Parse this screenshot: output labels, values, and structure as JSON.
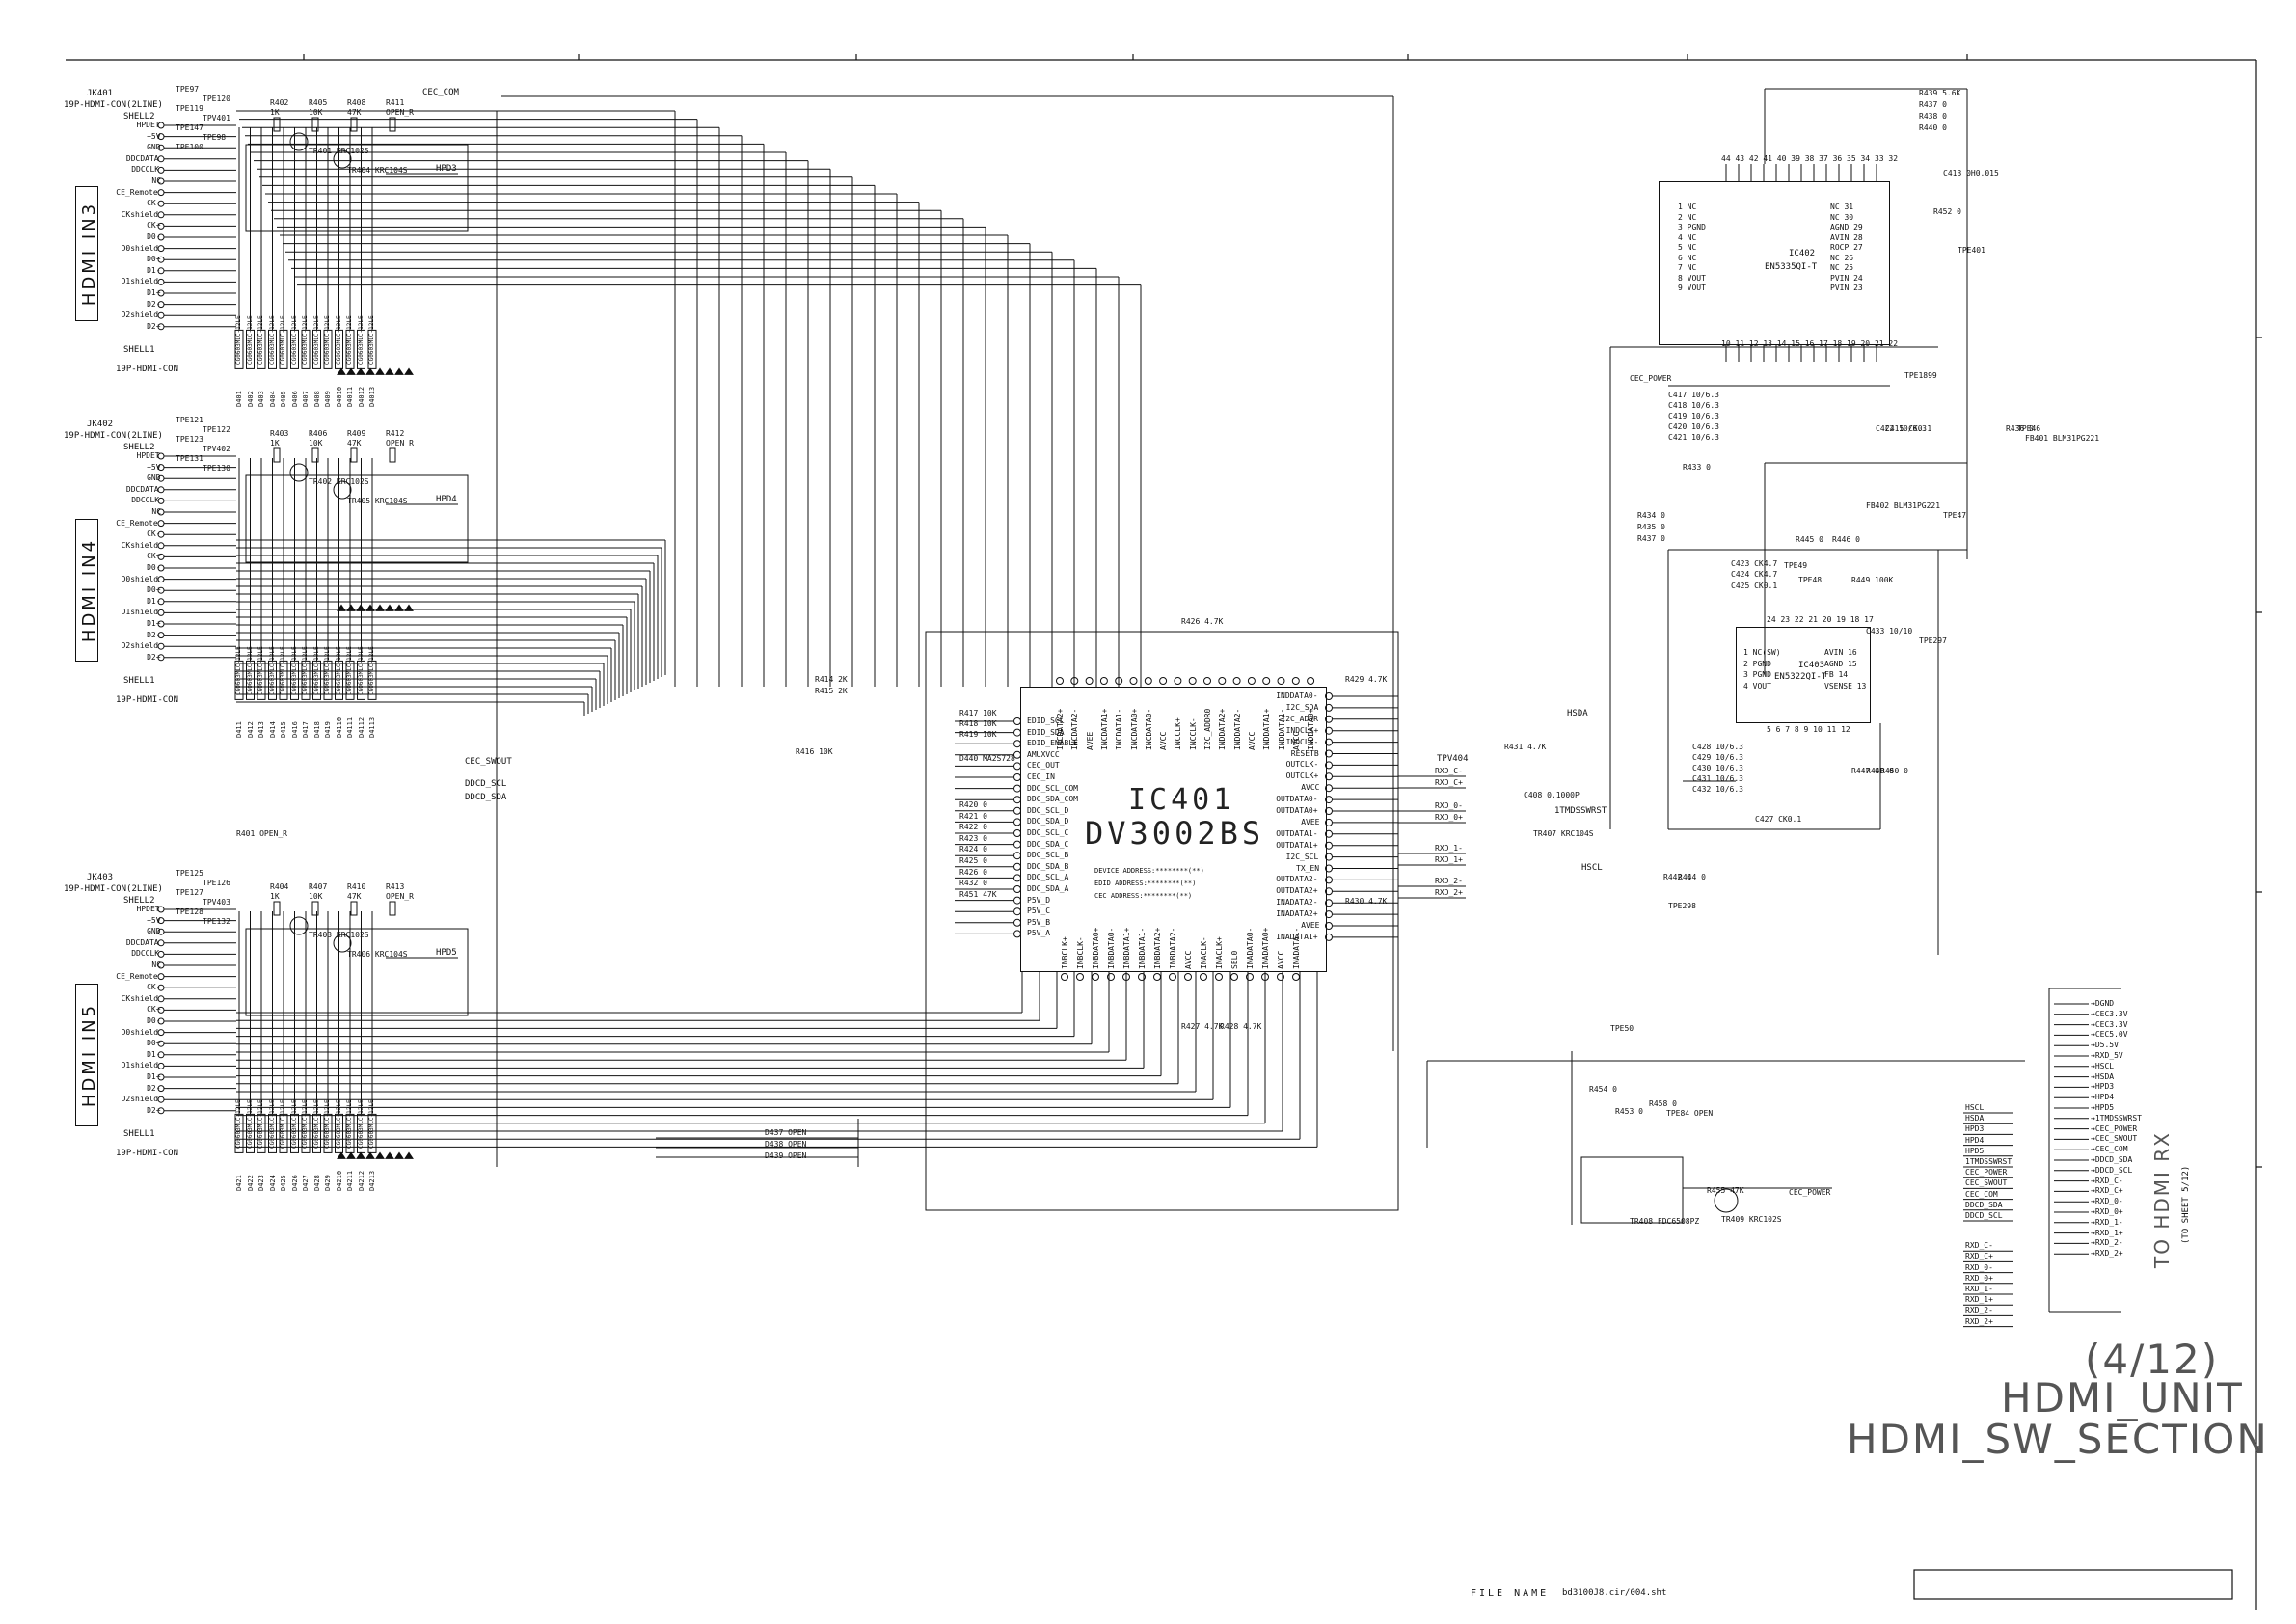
{
  "sheet": {
    "page_number": "(4/12)",
    "unit_name": "HDMI_UNIT",
    "section_name": "HDMI_SW_SECTION",
    "file_label": "FILE NAME",
    "file_name": "bd3100J8.cir/004.sht",
    "to_label": "TO HDMI RX",
    "to_sheet": "(TO SHEET 5/12)"
  },
  "inputs": [
    {
      "box_label": "HDMI IN3",
      "jack": "JK401",
      "jack_type": "19P-HDMI-CON(2LINE)",
      "shell_top": "SHELL2",
      "shell_bottom": "SHELL1",
      "footer": "19P-HDMI-CON",
      "pins": [
        "HPDET",
        "+5V",
        "GND",
        "DDCDATA",
        "DDCCLK",
        "NC",
        "CE_Remote",
        "CK-",
        "CKshield",
        "CK+",
        "D0-",
        "D0shield",
        "D0+",
        "D1-",
        "D1shield",
        "D1+",
        "D2-",
        "D2shield",
        "D2+"
      ],
      "tp": [
        "TPE97",
        "TPE120",
        "TPE119",
        "TPV401",
        "TPE147",
        "TPE98",
        "TPE100"
      ],
      "resistors": [
        "R402 1K",
        "R405 10K",
        "R408 47K",
        "R411 OPEN_R"
      ],
      "transistors": [
        "TR401 KRC102S",
        "TR404 KRC104S"
      ],
      "hpd_out": "HPD3",
      "diode_prefix": "D40"
    },
    {
      "box_label": "HDMI IN4",
      "jack": "JK402",
      "jack_type": "19P-HDMI-CON(2LINE)",
      "shell_top": "SHELL2",
      "shell_bottom": "SHELL1",
      "footer": "19P-HDMI-CON",
      "pins": [
        "HPDET",
        "+5V",
        "GND",
        "DDCDATA",
        "DDCCLK",
        "NC",
        "CE_Remote",
        "CK-",
        "CKshield",
        "CK+",
        "D0-",
        "D0shield",
        "D0+",
        "D1-",
        "D1shield",
        "D1+",
        "D2-",
        "D2shield",
        "D2+"
      ],
      "tp": [
        "TPE121",
        "TPE122",
        "TPE123",
        "TPV402",
        "TPE131",
        "TPE130"
      ],
      "resistors": [
        "R403 1K",
        "R406 10K",
        "R409 47K",
        "R412 OPEN_R"
      ],
      "transistors": [
        "TR402 KRC102S",
        "TR405 KRC104S"
      ],
      "hpd_out": "HPD4",
      "diode_prefix": "D41"
    },
    {
      "box_label": "HDMI IN5",
      "jack": "JK403",
      "jack_type": "19P-HDMI-CON(2LINE)",
      "shell_top": "SHELL2",
      "shell_bottom": "SHELL1",
      "footer": "19P-HDMI-CON",
      "pins": [
        "HPDET",
        "+5V",
        "GND",
        "DDCDATA",
        "DDCCLK",
        "NC",
        "CE_Remote",
        "CK-",
        "CKshield",
        "CK+",
        "D0-",
        "D0shield",
        "D0+",
        "D1-",
        "D1shield",
        "D1+",
        "D2-",
        "D2shield",
        "D2+"
      ],
      "tp": [
        "TPE125",
        "TPE126",
        "TPE127",
        "TPV403",
        "TPE128",
        "TPE132"
      ],
      "resistors": [
        "R404 1K",
        "R407 10K",
        "R410 47K",
        "R413 OPEN_R"
      ],
      "transistors": [
        "TR403 KRC102S",
        "TR406 KRC104S"
      ],
      "hpd_out": "HPD5",
      "diode_prefix": "D42"
    }
  ],
  "ic401": {
    "ref": "IC401",
    "part": "DV3002BS",
    "addr_device": "DEVICE ADDRESS:********(**)",
    "addr_edid": "EDID ADDRESS:********(**)",
    "addr_cec": "CEC ADDRESS:********(**)",
    "left_pins": [
      "EDID_SCL",
      "EDID_SDA",
      "EDID_ENABLE",
      "AMUXVCC",
      "CEC_OUT",
      "CEC_IN",
      "DDC_SCL_COM",
      "DDC_SDA_COM",
      "DDC_SCL_D",
      "DDC_SDA_D",
      "DDC_SCL_C",
      "DDC_SDA_C",
      "DDC_SCL_B",
      "DDC_SDA_B",
      "DDC_SCL_A",
      "DDC_SDA_A",
      "P5V_D",
      "P5V_C",
      "P5V_B",
      "P5V_A"
    ],
    "right_pins": [
      "INDDATA0-",
      "I2C_SDA",
      "I2C_ADDR",
      "INDCLK+",
      "INDCLK-",
      "RESETB",
      "OUTCLK-",
      "OUTCLK+",
      "AVCC",
      "OUTDATA0-",
      "OUTDATA0+",
      "AVEE",
      "OUTDATA1-",
      "OUTDATA1+",
      "I2C_SCL",
      "TX_EN",
      "OUTDATA2-",
      "OUTDATA2+",
      "INADATA2-",
      "INADATA2+",
      "AVEE",
      "INADATA1+"
    ],
    "top_pins": [
      "INCDATA2+",
      "INCDATA2-",
      "AVEE",
      "INCDATA1+",
      "INCDATA1-",
      "INCDATA0+",
      "INCDATA0-",
      "AVCC",
      "INCCLK+",
      "INCCLK-",
      "I2C_ADDR0",
      "INDDATA2+",
      "INDDATA2-",
      "AVCC",
      "INDDATA1+",
      "INDDATA1-",
      "AVCC",
      "INDDATA0+"
    ],
    "bottom_pins": [
      "INBCLK+",
      "INBCLK-",
      "INBDATA0+",
      "INBDATA0-",
      "INBDATA1+",
      "INBDATA1-",
      "INBDATA2+",
      "INBDATA2-",
      "AVCC",
      "INACLK-",
      "INACLK+",
      "SEL0",
      "INADATA0-",
      "INADATA0+",
      "AVCC",
      "INADATA1-"
    ],
    "resistors_left": [
      "R417 10K",
      "R418 10K",
      "R419 10K",
      "D440 MA2S728",
      "R420 0",
      "R421 0",
      "R422 0",
      "R423 0",
      "R424 0",
      "R425 0",
      "R426 0",
      "R432 0",
      "R451 47K"
    ],
    "misc": [
      "R414 2K",
      "R415 2K",
      "R416 10K",
      "R401 OPEN_R",
      "R427 4.7K",
      "R428 4.7K",
      "R429 4.7K",
      "R426 4.7K",
      "R430 4.7K",
      "R431 4.7K",
      "C408 0.1000P",
      "TR407 KRC104S"
    ]
  },
  "signals": {
    "cec_com": "CEC_COM",
    "cec_swout": "CEC_SWOUT",
    "dddd_scl": "DDCD_SCL",
    "dddd_sda": "DDCD_SDA",
    "hsda": "HSDA",
    "hscl": "HSCL",
    "tmds_rst": "1TMDSSWRST",
    "tpv404": "TPV404",
    "cec_power": "CEC_POWER",
    "tmds_out": [
      "RXD_C-",
      "RXD_C+",
      "RXD_0-",
      "RXD_0+",
      "RXD_1-",
      "RXD_1+",
      "RXD_2-",
      "RXD_2+"
    ]
  },
  "ic402": {
    "ref": "IC402",
    "part": "EN5335QI-T",
    "left_pins": [
      "1 NC",
      "2 NC",
      "3 PGND",
      "4 NC",
      "5 NC",
      "6 NC",
      "7 NC",
      "8 VOUT",
      "9 VOUT"
    ],
    "right_pins": [
      "NC 31",
      "NC 30",
      "AGND 29",
      "AVIN 28",
      "ROCP 27",
      "NC 26",
      "NC 25",
      "PVIN 24",
      "PVIN 23"
    ],
    "top_pins": "44 43 42 41 40 39 38 37 36 35 34 33 32",
    "bottom_pins": "10 11 12 13 14 15 16 17 18 19 20 21 22",
    "parts": [
      "R439 5.6K",
      "R437 0",
      "R438 0",
      "R440 0",
      "C413 0H0.015",
      "R452 0",
      "TPE401",
      "C417 10/6.3",
      "C418 10/6.3",
      "C419 10/6.3",
      "C420 10/6.3",
      "C421 10/6.3",
      "C422 10/6.3",
      "C415 CK0.1",
      "R433 0",
      "R434 0",
      "R435 0",
      "R437 0",
      "R436 0",
      "TPE46",
      "TPE1899",
      "CEC_POWER"
    ]
  },
  "ic403": {
    "ref": "IC403",
    "part": "EN5322QI-T",
    "left_pins": [
      "1 NC(SW)",
      "2 PGND",
      "3 PGND",
      "4 VOUT"
    ],
    "right_pins": [
      "AVIN 16",
      "AGND 15",
      "FB 14",
      "VSENSE 13"
    ],
    "top_pins": "24 23 22 21 20 19 18 17",
    "bottom_pins": "5 6 7 8 9 10 11 12",
    "parts": [
      "FB402 BLM31PG221",
      "FB401 BLM31PG221",
      "TPE47",
      "R445 0",
      "R446 0",
      "C423 CK4.7",
      "C424 CK4.7",
      "C425 CK0.1",
      "TPE48",
      "R449 100K",
      "C433 10/10",
      "TPE297",
      "C428 10/6.3",
      "C429 10/6.3",
      "C430 10/6.3",
      "C431 10/6.3",
      "C432 10/6.3",
      "R447 0",
      "R448 0",
      "R450 0",
      "C427 CK0.1",
      "R442 0",
      "R444 0",
      "TPE49",
      "TPE298"
    ]
  },
  "right_connector": {
    "pins": [
      "DGND",
      "CEC3.3V",
      "CEC3.3V",
      "CEC5.0V",
      "D5.5V",
      "RXD_5V",
      "HSCL",
      "HSDA",
      "HPD3",
      "HPD4",
      "HPD5",
      "1TMDSSWRST",
      "CEC_POWER",
      "CEC_SWOUT",
      "CEC_COM",
      "DDCD_SDA",
      "DDCD_SCL",
      "RXD_C-",
      "RXD_C+",
      "RXD_0-",
      "RXD_0+",
      "RXD_1-",
      "RXD_1+",
      "RXD_2-",
      "RXD_2+"
    ],
    "left_labels": [
      "HSCL",
      "HSDA",
      "HPD3",
      "HPD4",
      "HPD5",
      "1TMDSSWRST",
      "CEC_POWER",
      "CEC_SWOUT",
      "CEC_COM",
      "DDCD_SDA",
      "DDCD_SCL",
      "RXD_C-",
      "RXD_C+",
      "RXD_0-",
      "RXD_0+",
      "RXD_1-",
      "RXD_1+",
      "RXD_2-",
      "RXD_2+"
    ]
  },
  "cec_block": {
    "parts": [
      "TPE50",
      "R453 0",
      "R454 0",
      "R458 0",
      "TPE84 OPEN",
      "R455 47K",
      "TR409 KRC102S",
      "TR408 FDC6508PZ",
      "D437 OPEN",
      "D438 OPEN",
      "D439 OPEN"
    ],
    "cec_power": "CEC_POWER"
  }
}
